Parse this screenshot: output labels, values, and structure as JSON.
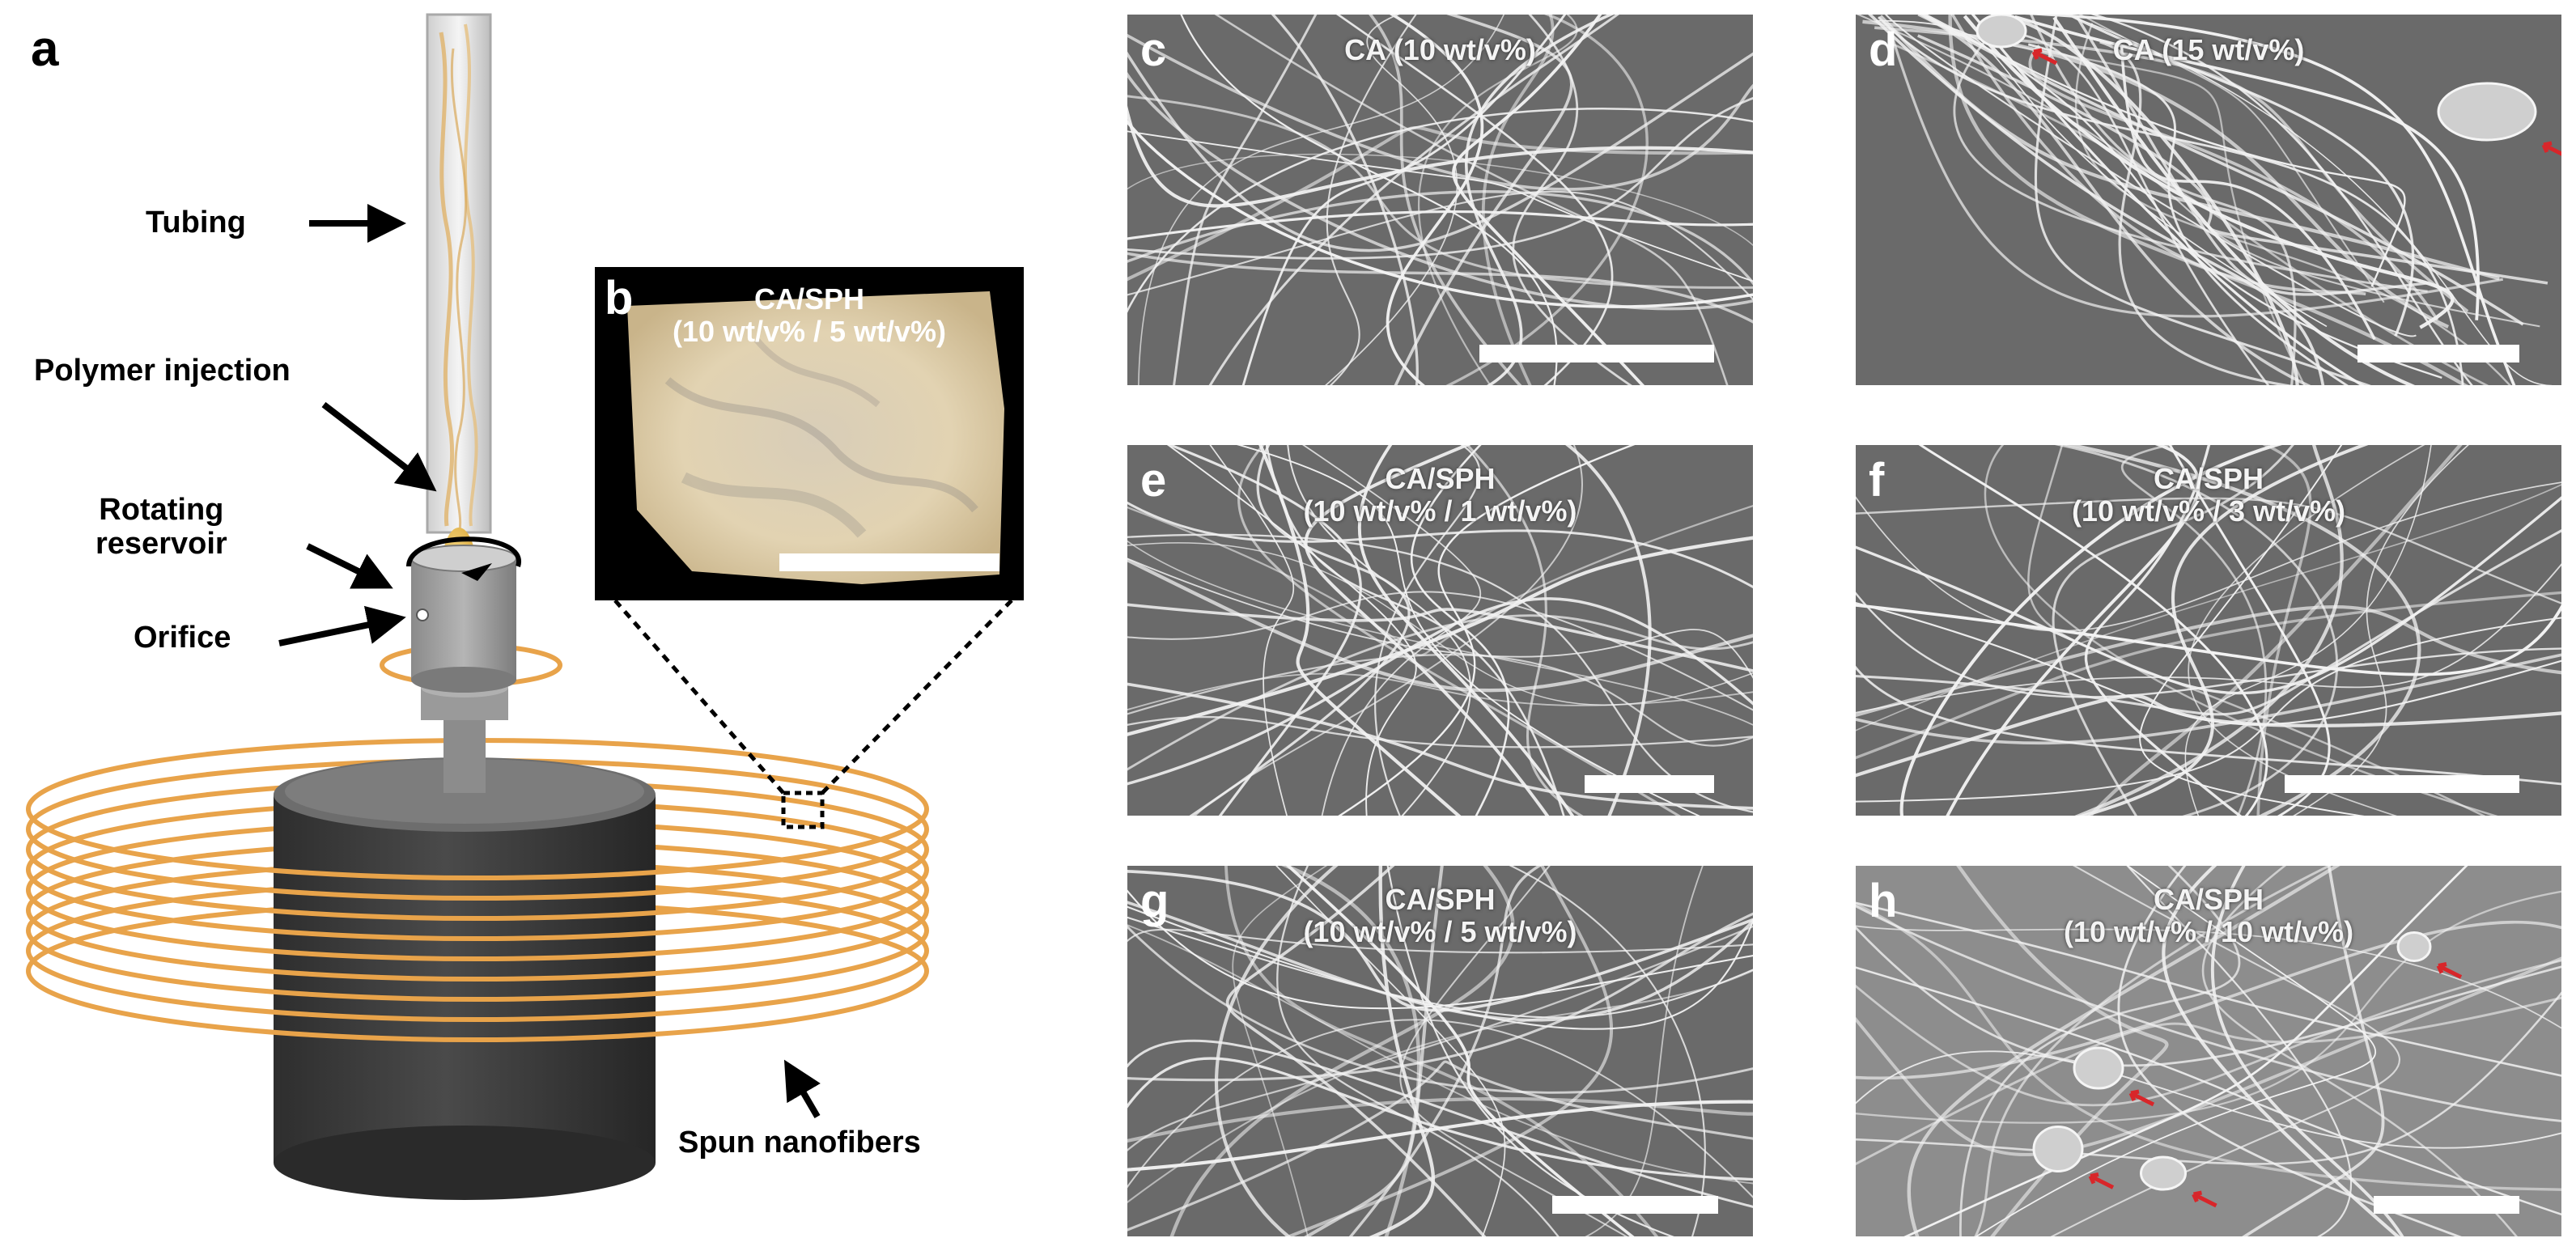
{
  "panels": {
    "a": {
      "letter": "a",
      "labels": {
        "tubing": "Tubing",
        "polymer_injection": "Polymer injection",
        "rotating": "Rotating",
        "reservoir": "reservoir",
        "orifice": "Orifice",
        "spun_nanofibers": "Spun nanofibers"
      }
    },
    "b": {
      "letter": "b",
      "label_line1": "CA/SPH",
      "label_line2": "(10 wt/v% / 5 wt/v%)"
    },
    "c": {
      "letter": "c",
      "label_line1": "CA (10 wt/v%)",
      "label_line2": ""
    },
    "d": {
      "letter": "d",
      "label_line1": "CA (15 wt/v%)",
      "label_line2": ""
    },
    "e": {
      "letter": "e",
      "label_line1": "CA/SPH",
      "label_line2": "(10 wt/v% / 1 wt/v%)"
    },
    "f": {
      "letter": "f",
      "label_line1": "CA/SPH",
      "label_line2": "(10 wt/v% / 3 wt/v%)"
    },
    "g": {
      "letter": "g",
      "label_line1": "CA/SPH",
      "label_line2": "(10 wt/v% / 5 wt/v%)"
    },
    "h": {
      "letter": "h",
      "label_line1": "CA/SPH",
      "label_line2": "(10 wt/v% / 10 wt/v%)"
    }
  },
  "colors": {
    "fiber_orange": "#e8a34a",
    "sem_background": "#6a6a6a",
    "arrow_red": "#d8262a",
    "collector_dark": "#3a3a3a"
  }
}
